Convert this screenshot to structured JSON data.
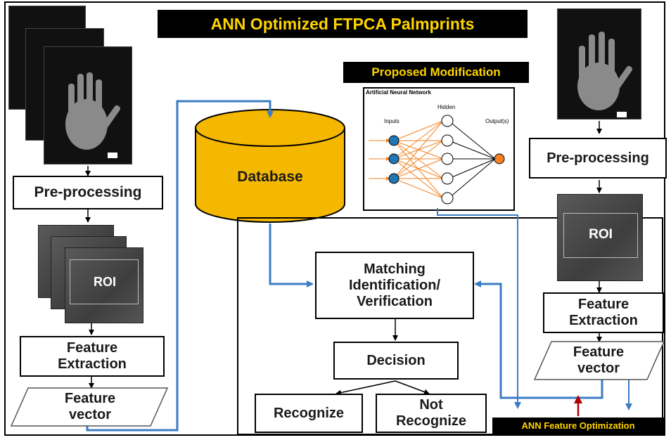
{
  "title": "ANN Optimized FTPCA Palmprints",
  "proposed_label": "Proposed Modification",
  "ann": {
    "title": "Artificial Neural Network",
    "inputs_label": "Inputs",
    "hidden_label": "Hidden",
    "output_label": "Output(s)",
    "input_color": "#1f77b4",
    "output_color": "#f58220"
  },
  "database_label": "Database",
  "left_pipeline": {
    "preprocessing": "Pre-processing",
    "roi": "ROI",
    "feature_extraction": "Feature\nExtraction",
    "feature_vector": "Feature\nvector"
  },
  "right_pipeline": {
    "preprocessing": "Pre-processing",
    "roi": "ROI",
    "feature_extraction": "Feature\nExtraction",
    "feature_vector": "Feature\nvector"
  },
  "matching": "Matching\nIdentification/\nVerification",
  "decision": "Decision",
  "recognize": "Recognize",
  "not_recognize": "Not\nRecognize",
  "ann_feature_optimization": "ANN Feature Optimization",
  "colors": {
    "title_bg": "#000000",
    "title_text": "#ffd400",
    "database_fill": "#f5b800",
    "connector_blue": "#3b7cc4",
    "red_arrow": "#b00000"
  }
}
